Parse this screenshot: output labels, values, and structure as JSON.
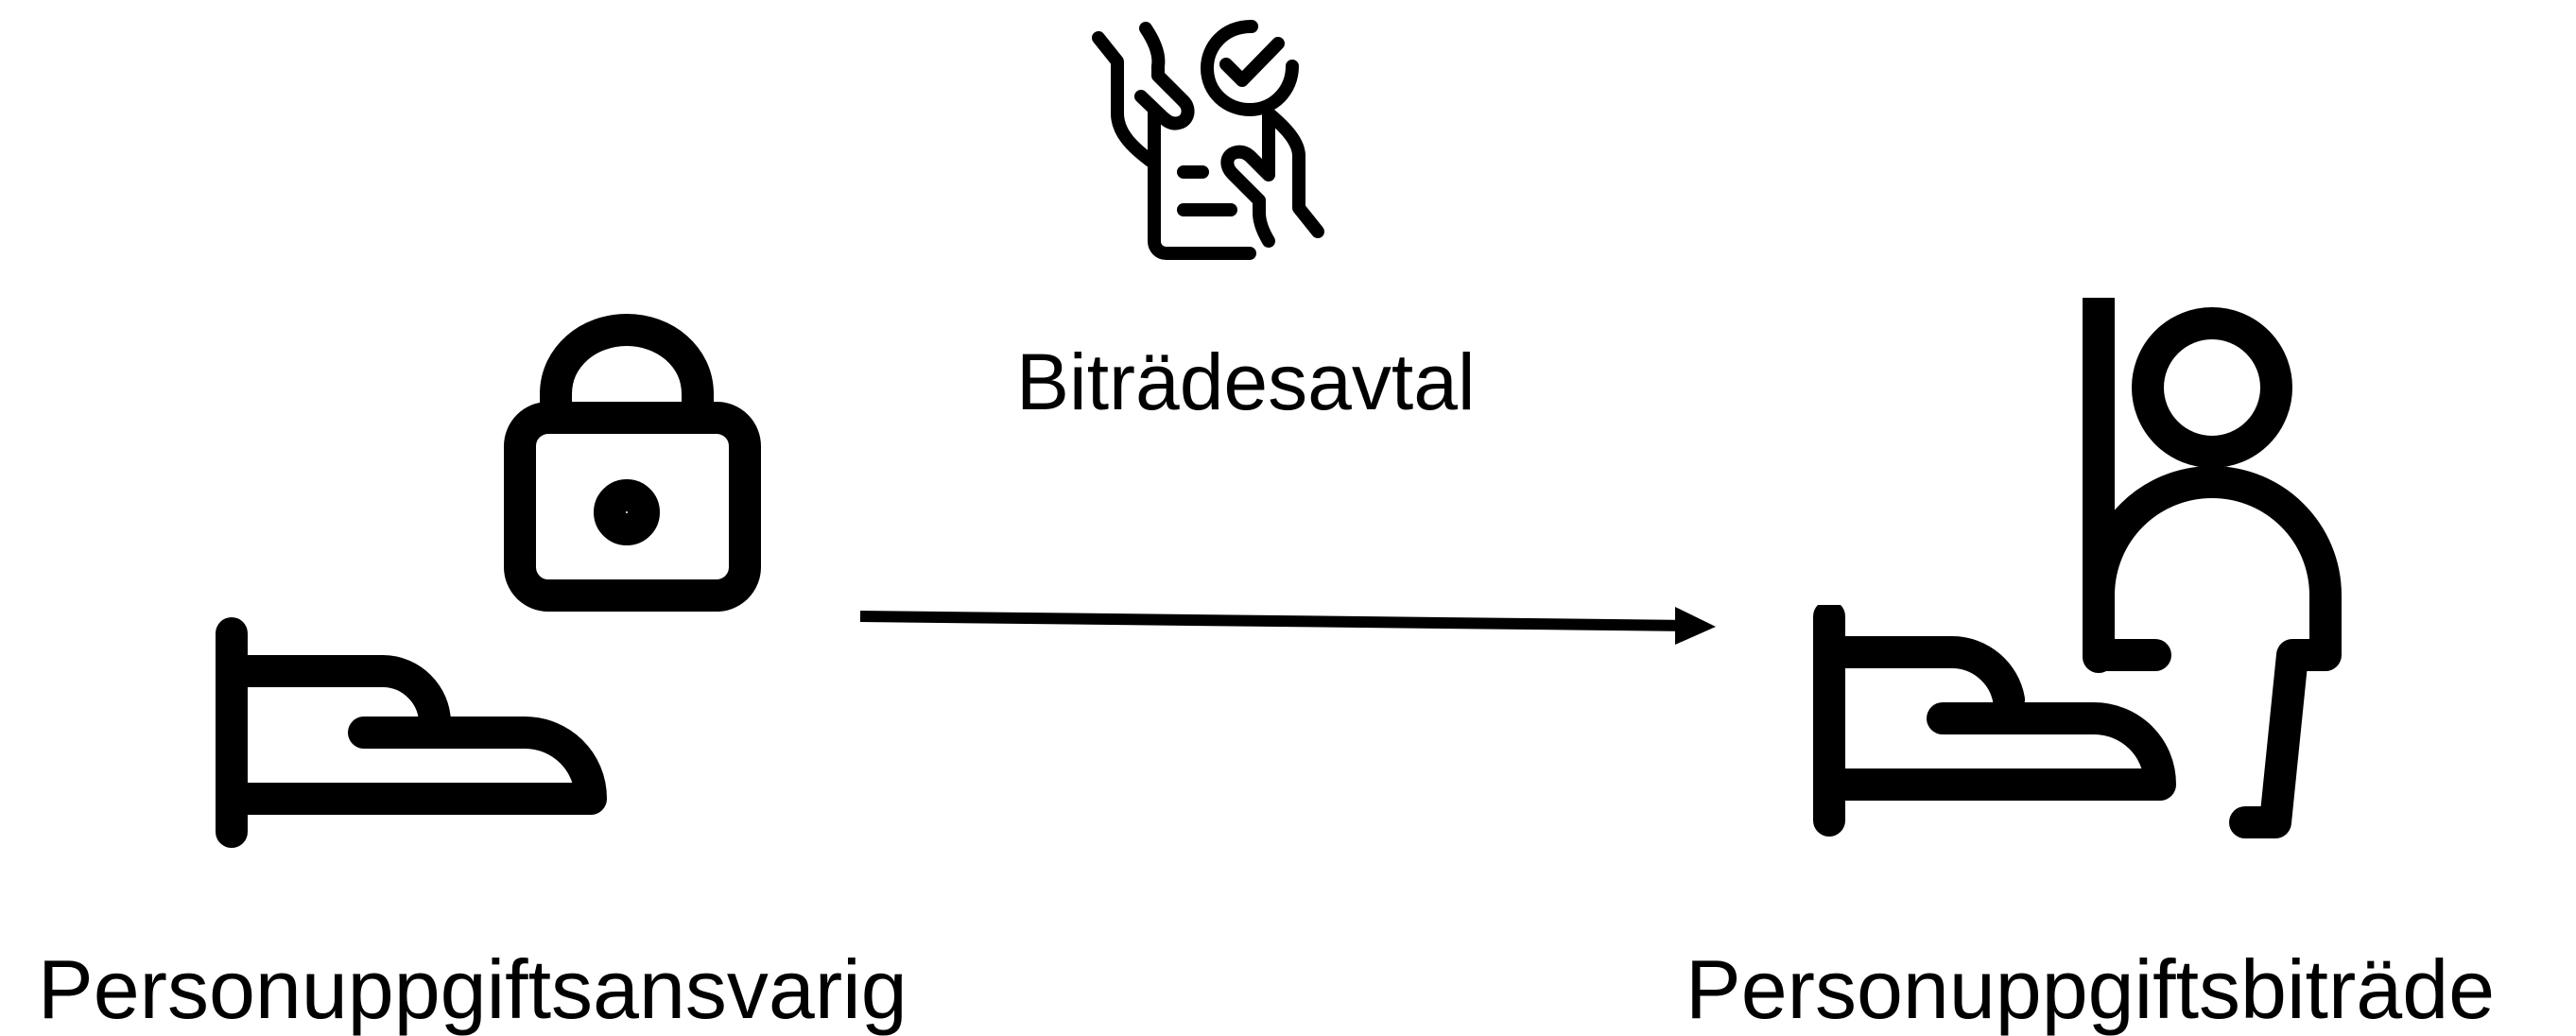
{
  "diagram": {
    "agreement": {
      "label": "Biträdesavtal",
      "icon": "contract-signing-icon"
    },
    "controller": {
      "label": "Personuppgiftsansvarig",
      "icons": [
        "lock-icon",
        "hand-giving-icon"
      ]
    },
    "processor": {
      "label": "Personuppgiftsbiträde",
      "icons": [
        "person-icon",
        "hand-giving-icon"
      ]
    },
    "connector": {
      "from": "controller",
      "to": "processor",
      "style": "arrow"
    }
  },
  "colors": {
    "stroke": "#000000",
    "background": "#ffffff"
  }
}
